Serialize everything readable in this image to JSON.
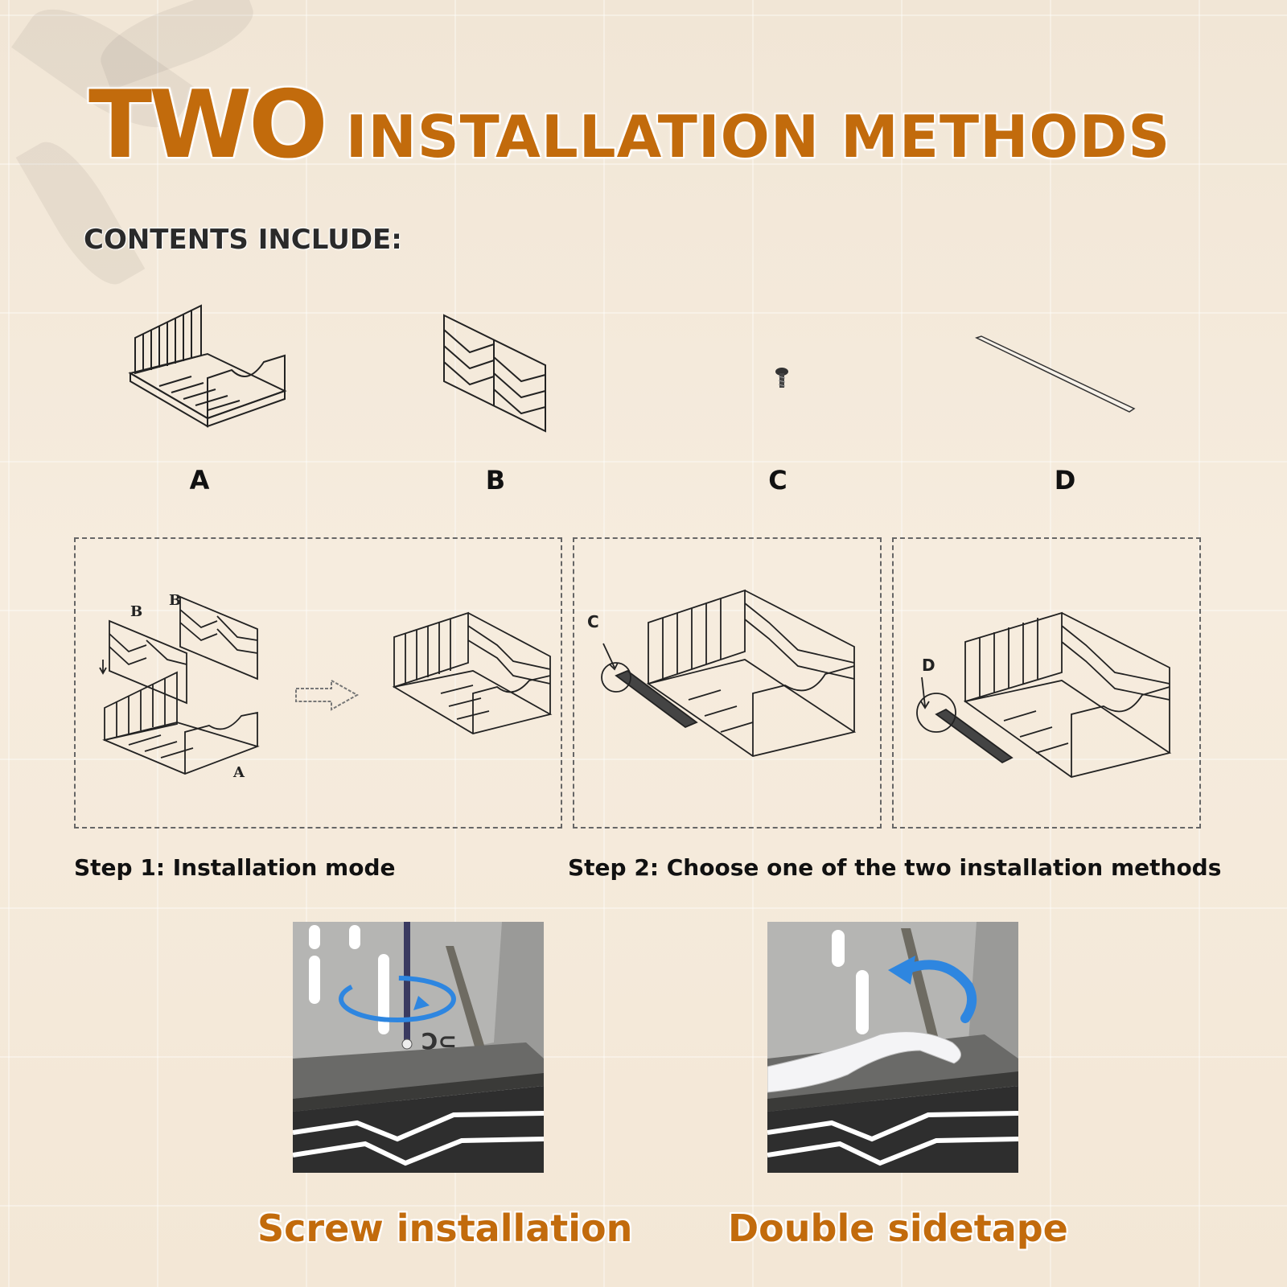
{
  "title": {
    "emphasis": "TWO",
    "rest": "INSTALLATION METHODS"
  },
  "contents_heading": "CONTENTS INCLUDE:",
  "parts": [
    {
      "label": "A",
      "icon": "basket-frame-icon"
    },
    {
      "label": "B",
      "icon": "divider-panel-icon"
    },
    {
      "label": "C",
      "icon": "screw-icon"
    },
    {
      "label": "D",
      "icon": "tape-strip-icon"
    }
  ],
  "diagram_labels": {
    "step1": {
      "b1": "B",
      "b2": "B",
      "a": "A"
    },
    "step2_screw": "C",
    "step2_tape": "D"
  },
  "steps": {
    "step1": "Step 1: Installation mode",
    "step2": "Step 2: Choose one of the two installation methods"
  },
  "methods": [
    {
      "caption": "Screw installation"
    },
    {
      "caption": "Double sidetape"
    }
  ]
}
